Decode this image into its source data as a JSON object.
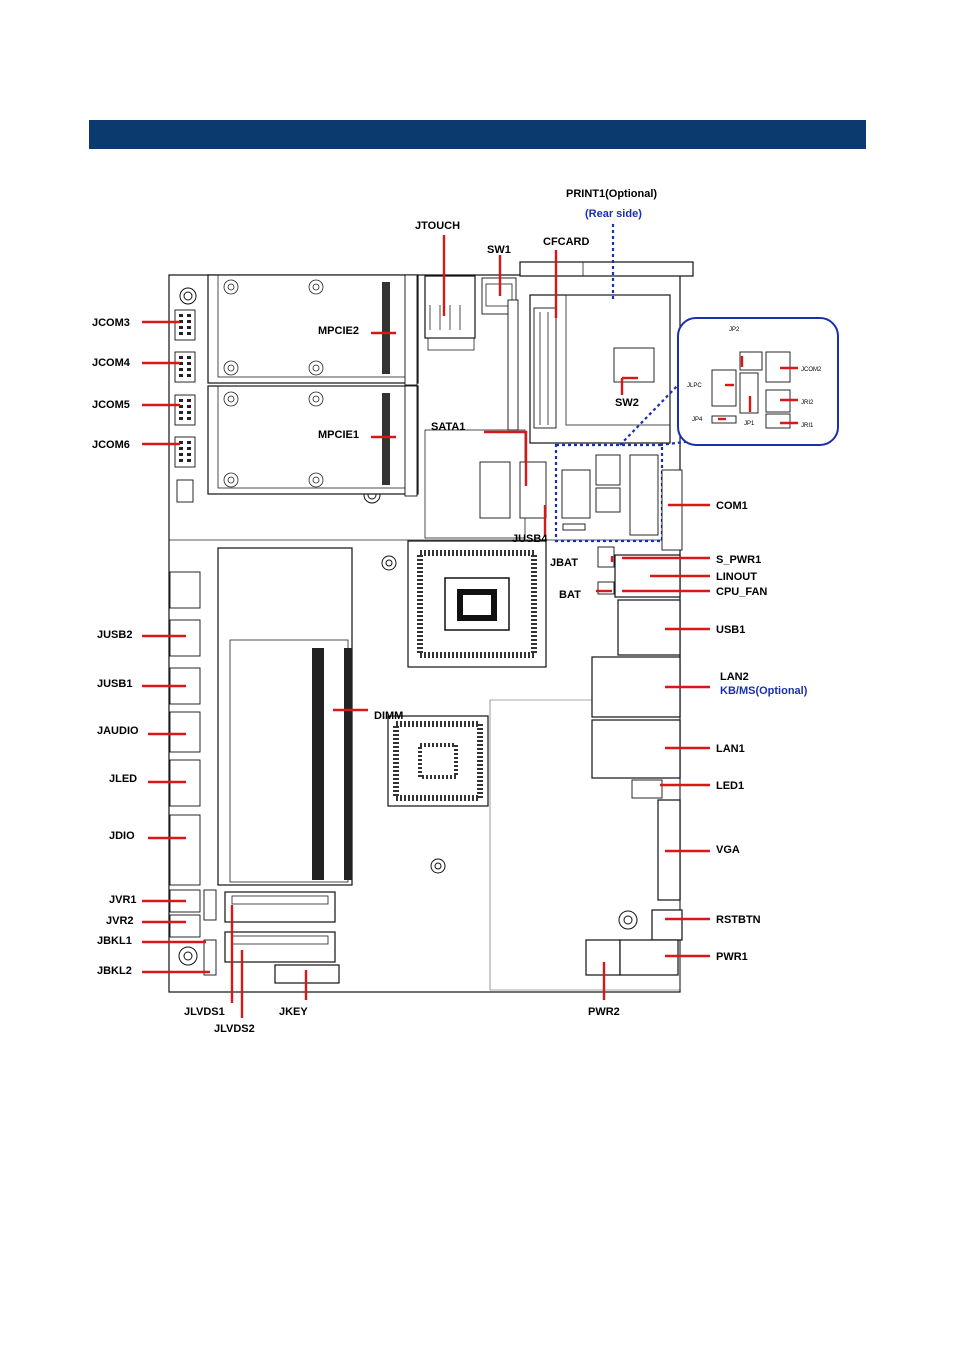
{
  "header": {
    "title": ""
  },
  "colors": {
    "header_bar": "#0b3a6e",
    "leader_lines": "#d81818",
    "optional_text": "#1a2fb0"
  },
  "labels": {
    "print1": "PRINT1(Optional)",
    "rear_side": "(Rear side)",
    "jtouch": "JTOUCH",
    "sw1": "SW1",
    "cfcard": "CFCARD",
    "jcom3": "JCOM3",
    "jcom4": "JCOM4",
    "jcom5": "JCOM5",
    "jcom6": "JCOM6",
    "mpcie2": "MPCIE2",
    "mpcie1": "MPCIE1",
    "sata1": "SATA1",
    "sw2": "SW2",
    "jusb4": "JUSB4",
    "com1": "COM1",
    "jbat": "JBAT",
    "bat": "BAT",
    "s_pwr1": "S_PWR1",
    "linout": "LINOUT",
    "cpu_fan": "CPU_FAN",
    "usb1": "USB1",
    "jusb2": "JUSB2",
    "jusb1": "JUSB1",
    "lan2": "LAN2",
    "kbms": "KB/MS(Optional)",
    "jaudio": "JAUDIO",
    "dimm": "DIMM",
    "lan1": "LAN1",
    "jled": "JLED",
    "led1": "LED1",
    "jdio": "JDIO",
    "vga": "VGA",
    "jvr1": "JVR1",
    "jvr2": "JVR2",
    "rstbtn": "RSTBTN",
    "jbkl1": "JBKL1",
    "pwr1": "PWR1",
    "jbkl2": "JBKL2",
    "jlvds1": "JLVDS1",
    "jlvds2": "JLVDS2",
    "jkey": "JKEY",
    "pwr2": "PWR2"
  },
  "inset_labels": {
    "jp2": "JP2",
    "jcom2": "JCOM2",
    "jlpc": "JLPC",
    "jri2": "JRI2",
    "jp4": "JP4",
    "jp1": "JP1",
    "jri1": "JRI1"
  }
}
